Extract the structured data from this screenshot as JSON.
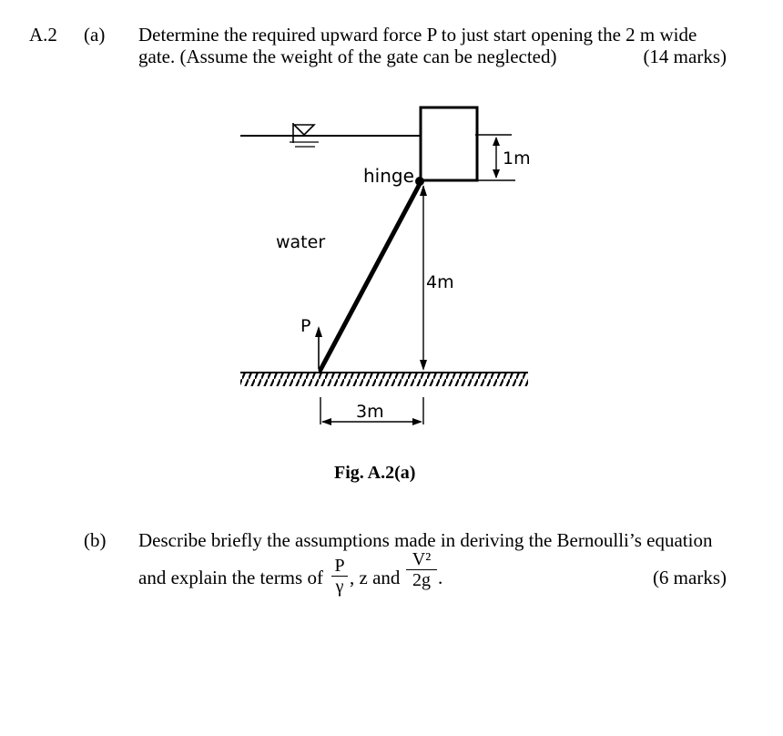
{
  "question_number": "A.2",
  "part_a": {
    "label": "(a)",
    "line1": "Determine the required upward force P to just start opening the 2 m wide",
    "line2": "gate. (Assume the weight of the gate can be neglected)",
    "marks": "(14 marks)"
  },
  "figure": {
    "labels": {
      "hinge": "hinge",
      "water": "water",
      "force": "P",
      "height": "4m",
      "width": "3m",
      "gate_height": "1m"
    },
    "caption": "Fig. A.2(a)"
  },
  "part_b": {
    "label": "(b)",
    "line1": "Describe briefly the assumptions made in deriving the Bernoulli’s equation",
    "line2_start": "and explain the terms of ",
    "frac1_num": "P",
    "frac1_den": "γ",
    "middle": ", z and",
    "frac2_num": "V²",
    "frac2_den": "2g",
    "end": ".",
    "marks": "(6 marks)"
  }
}
